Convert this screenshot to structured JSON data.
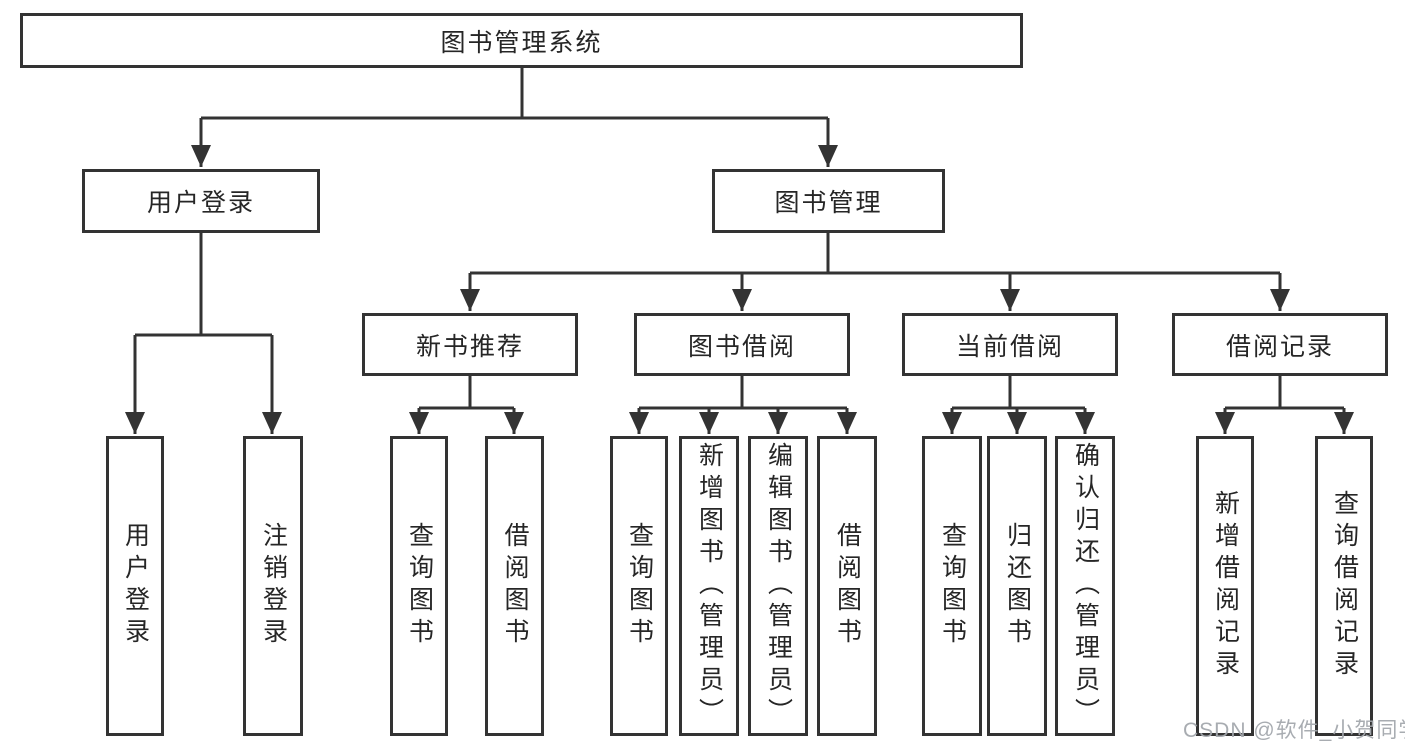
{
  "title": "图书管理系统",
  "tree": {
    "root": {
      "label": "图书管理系统"
    },
    "level2": [
      {
        "label": "用户登录"
      },
      {
        "label": "图书管理"
      }
    ],
    "level3": [
      {
        "parent": "图书管理",
        "label": "新书推荐"
      },
      {
        "parent": "图书管理",
        "label": "图书借阅"
      },
      {
        "parent": "图书管理",
        "label": "当前借阅"
      },
      {
        "parent": "图书管理",
        "label": "借阅记录"
      }
    ],
    "leaves": [
      {
        "parent": "用户登录",
        "label": "用户登录"
      },
      {
        "parent": "用户登录",
        "label": "注销登录"
      },
      {
        "parent": "新书推荐",
        "label": "查询图书"
      },
      {
        "parent": "新书推荐",
        "label": "借阅图书"
      },
      {
        "parent": "图书借阅",
        "label": "查询图书"
      },
      {
        "parent": "图书借阅",
        "label": "新增图书（管理员）"
      },
      {
        "parent": "图书借阅",
        "label": "编辑图书（管理员）"
      },
      {
        "parent": "图书借阅",
        "label": "借阅图书"
      },
      {
        "parent": "当前借阅",
        "label": "查询图书"
      },
      {
        "parent": "当前借阅",
        "label": "归还图书"
      },
      {
        "parent": "当前借阅",
        "label": "确认归还（管理员）"
      },
      {
        "parent": "借阅记录",
        "label": "新增借阅记录"
      },
      {
        "parent": "借阅记录",
        "label": "查询借阅记录"
      }
    ]
  },
  "watermark": {
    "text": "CSDN @软件_小贺同学"
  },
  "colors": {
    "line": "#333333",
    "text": "#262626",
    "box_background": "#ffffff",
    "watermark": "#a3a8ad"
  }
}
